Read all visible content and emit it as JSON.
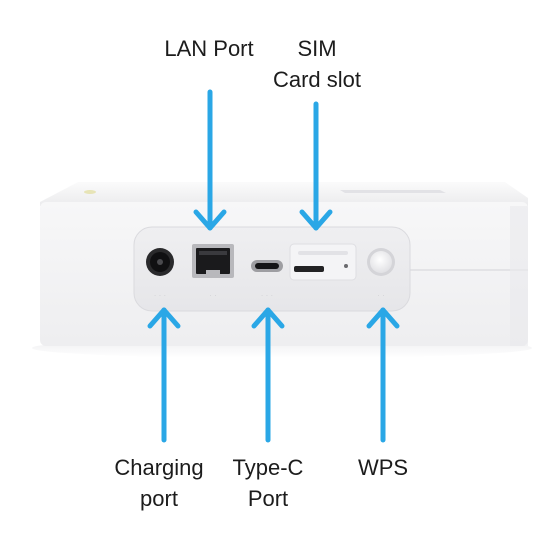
{
  "labels": {
    "lan_port": "LAN Port",
    "sim_line1": "SIM",
    "sim_line2": "Card slot",
    "charging_line1": "Charging",
    "charging_line2": "port",
    "typec_line1": "Type-C",
    "typec_line2": "Port",
    "wps": "WPS"
  },
  "colors": {
    "arrow": "#2aa7e6",
    "device_body": "#f4f4f5",
    "port_panel": "#ececee",
    "port_dark": "#1e1e20"
  },
  "icons": {
    "arrow": "arrow-icon",
    "rj45": "ethernet-port-icon",
    "usb_c": "usb-c-port-icon",
    "barrel": "dc-barrel-jack-icon",
    "sim": "sim-slot-icon",
    "button": "wps-button-icon"
  }
}
